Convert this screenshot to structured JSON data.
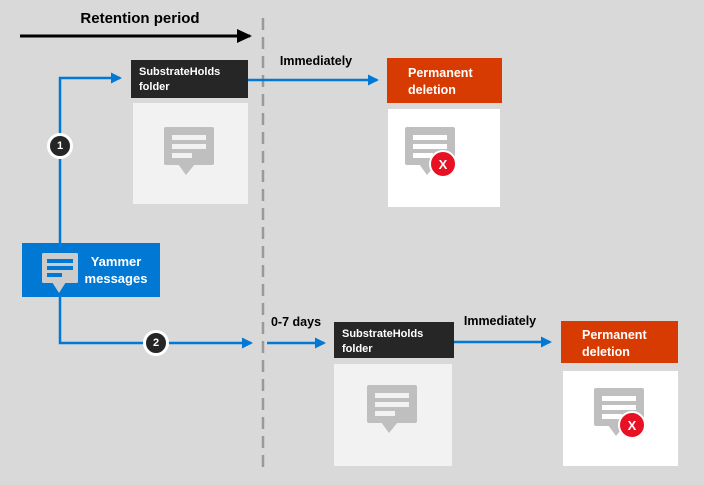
{
  "title": "Retention period",
  "source": {
    "label": "Yammer messages",
    "icon": "message-icon"
  },
  "flows": [
    {
      "step_number": "1",
      "entry_label": "",
      "hold_label": "SubstrateHolds folder",
      "transition_label": "Immediately",
      "deletion_label": "Permanent deletion",
      "deletion_badge": "X",
      "hold_icon": "message-icon",
      "deletion_icon": "message-x-icon"
    },
    {
      "step_number": "2",
      "entry_label": "0-7 days",
      "hold_label": "SubstrateHolds folder",
      "transition_label": "Immediately",
      "deletion_label": "Permanent deletion",
      "deletion_badge": "X",
      "hold_icon": "message-icon",
      "deletion_icon": "message-x-icon"
    }
  ],
  "colors": {
    "background": "#D9D9D9",
    "blue": "#0078D4",
    "dark": "#262626",
    "orange": "#D83B01",
    "red": "#E81123",
    "dashed_line": "#999999",
    "timeline_black": "#000000",
    "light_box": "#F2F2F2",
    "white_box": "#FFFFFF",
    "icon_gray": "#BFBFBF",
    "yammer_icon_gray": "#CCCCCC"
  }
}
